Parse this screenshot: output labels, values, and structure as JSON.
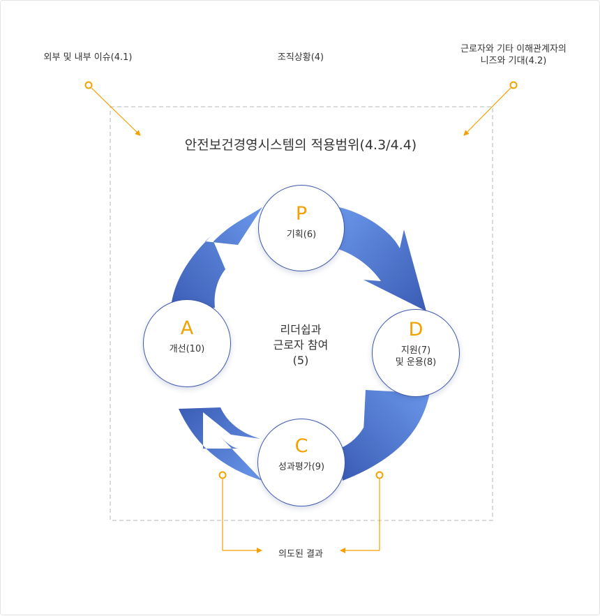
{
  "inputs": {
    "external_internal": "외부 및 내부 이슈(4.1)",
    "context": "조직상황(4)",
    "needs_line1": "근로자와 기타 이해관계자의",
    "needs_line2": "니즈와 기대(4.2)"
  },
  "scope_title": "안전보건경영시스템의 적용범위(4.3/4.4)",
  "center": {
    "line1": "리더쉽과",
    "line2": "근로자 참여",
    "line3": "(5)"
  },
  "cycle": {
    "plan": {
      "letter": "P",
      "label": "기획(6)"
    },
    "do": {
      "letter": "D",
      "label_line1": "지원(7)",
      "label_line2": "및 운용(8)"
    },
    "check": {
      "letter": "C",
      "label": "성과평가(9)"
    },
    "act": {
      "letter": "A",
      "label": "개선(10)"
    }
  },
  "outcome": "의도된 결과",
  "colors": {
    "accent_orange": "#f3a100",
    "arrow_blue_light": "#6390e6",
    "arrow_blue_dark": "#3b5fb8",
    "circle_border": "#3f58ad",
    "dashed_border": "#cfcfcf"
  }
}
